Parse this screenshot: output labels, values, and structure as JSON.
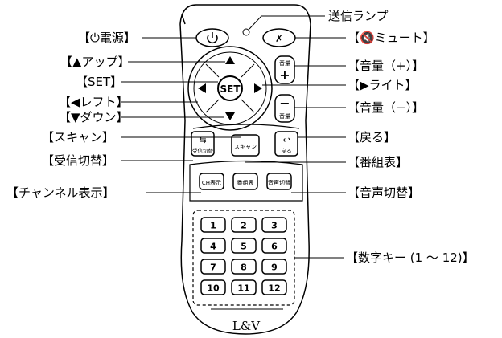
{
  "callouts": {
    "power": "【⏻電源】",
    "up": "【▲アップ】",
    "set": "【SET】",
    "left": "【◀レフト】",
    "down": "【▼ダウン】",
    "scan": "【スキャン】",
    "input_switch": "【受信切替】",
    "channel_display": "【チャンネル表示】",
    "lamp": "送信ランプ",
    "mute": "【🔇ミュート】",
    "vol_up": "【音量（+）】",
    "right": "【▶ライト】",
    "vol_down": "【音量（−）】",
    "back": "【戻る】",
    "program_guide": "【番組表】",
    "audio_switch": "【音声切替】",
    "number_keys": "【数字キー (1 ～ 12)】"
  },
  "buttons": {
    "power_icon": "power-icon",
    "mute_icon": "mute-icon",
    "set": "SET",
    "vol_label": "音量",
    "vol_plus": "+",
    "vol_minus": "−",
    "scan": "スキャン",
    "input_switch": "受信切替",
    "back": "戻る",
    "channel_display": "CH表示",
    "program_guide": "番組表",
    "audio_switch": "音声切替"
  },
  "numbers": [
    "1",
    "2",
    "3",
    "4",
    "5",
    "6",
    "7",
    "8",
    "9",
    "10",
    "11",
    "12"
  ],
  "brand": "L&V"
}
